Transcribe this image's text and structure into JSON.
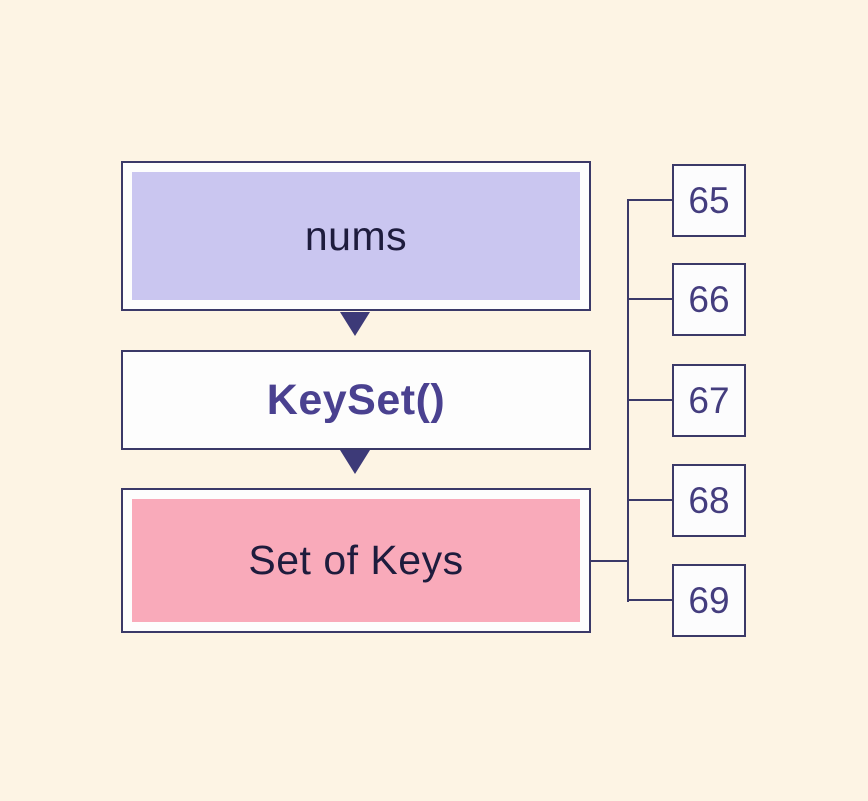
{
  "diagram": {
    "title": "nums to KeySet to Set of Keys flow",
    "flow": [
      {
        "id": "nums",
        "label": "nums",
        "fill": "#cac6f0",
        "text_color": "#1e1c3d"
      },
      {
        "id": "keyset",
        "label": "KeySet()",
        "fill": "#fdfdfd",
        "text_color": "#4a4190"
      },
      {
        "id": "set-of-keys",
        "label": "Set of Keys",
        "fill": "#f9aaba",
        "text_color": "#1e1c3d"
      }
    ],
    "keys": [
      "65",
      "66",
      "67",
      "68",
      "69"
    ],
    "colors": {
      "background": "#fdf4e4",
      "border": "#3b3968",
      "arrow": "#3d3a78",
      "key_text": "#443d7e",
      "lavender_fill": "#cac6f0",
      "pink_fill": "#f9aaba",
      "white_fill": "#fdfdfd"
    }
  }
}
